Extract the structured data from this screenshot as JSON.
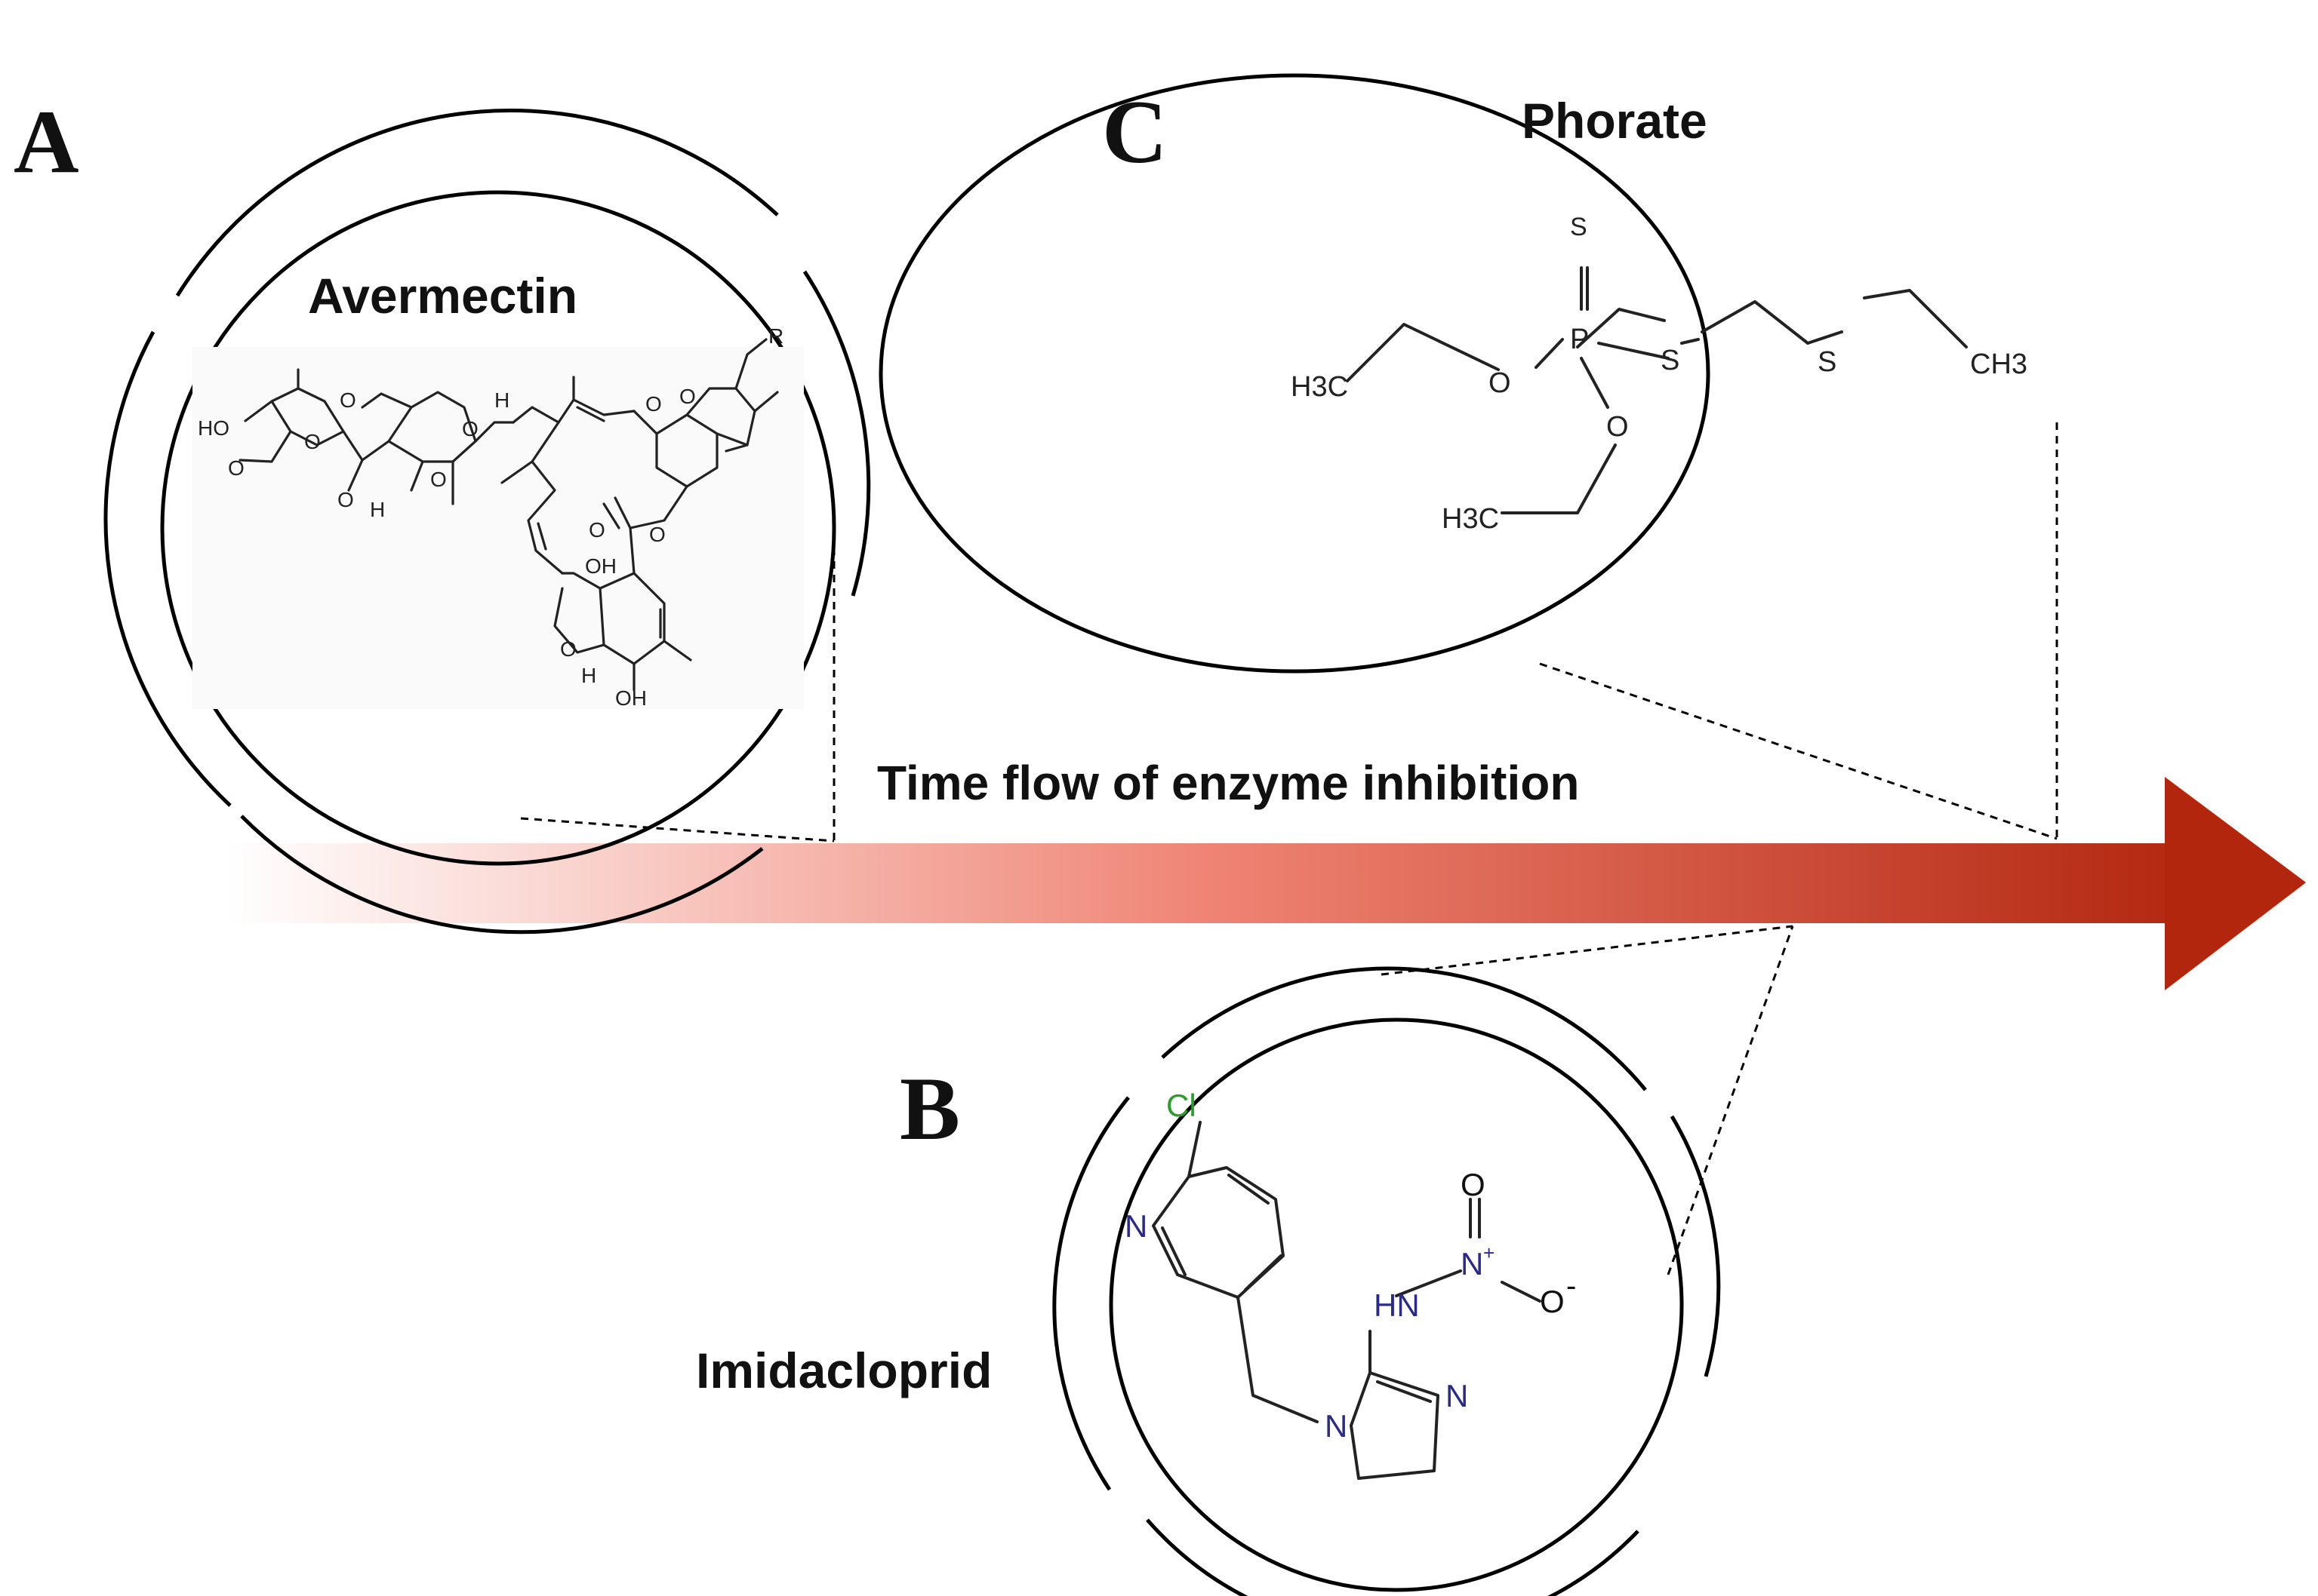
{
  "arrow": {
    "label": "Time flow of enzyme inhibition",
    "color_start": "#ffffff",
    "color_end": "#b2260e"
  },
  "panels": {
    "A": {
      "letter": "A",
      "compound": "Avermectin"
    },
    "B": {
      "letter": "B",
      "compound": "Imidacloprid"
    },
    "C": {
      "letter": "C",
      "compound": "Phorate"
    }
  },
  "atoms": {
    "avermectin": {
      "ho": "HO",
      "o_methoxy1": "O",
      "o_methoxy2": "O",
      "o_ring1": "O",
      "o_link1": "O",
      "o_link2": "O",
      "o_ring2": "O",
      "h1": "H",
      "h2": "H",
      "o_ring3": "O",
      "o_ring4": "O",
      "r": "R",
      "o_carbonyl": "O",
      "o_ester": "O",
      "oh1": "OH",
      "o_furan": "O",
      "h3": "H",
      "oh2": "OH"
    },
    "phorate": {
      "s_thiono": "S",
      "p": "P",
      "o1": "O",
      "o2": "O",
      "s1": "S",
      "s2": "S",
      "h3c_1": "H3C",
      "ch3": "CH3",
      "h3c_2": "H3C"
    },
    "imidacloprid": {
      "cl": "Cl",
      "n_pyridine": "N",
      "o_nitro": "O",
      "n_nitro": "N",
      "o_minus": "O",
      "hn": "HN",
      "n1": "N",
      "n2": "N"
    }
  }
}
